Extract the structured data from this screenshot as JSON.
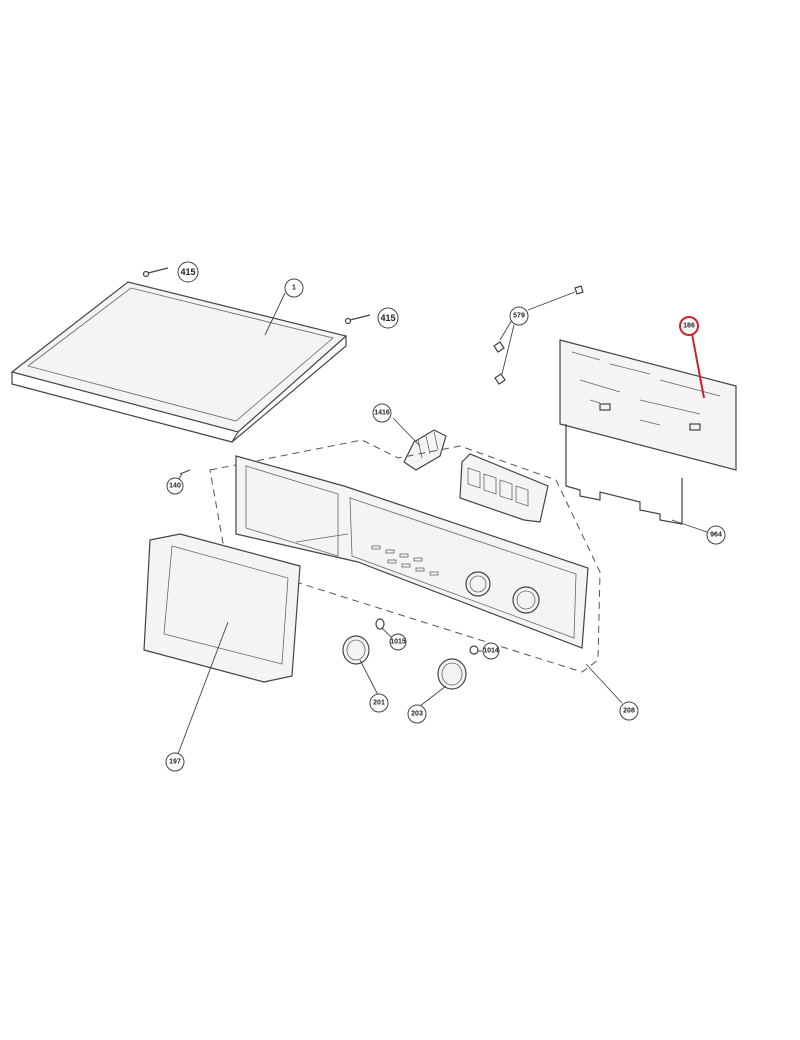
{
  "diagram": {
    "highlight_color": "#d0202a",
    "callouts": {
      "screw_415_left": "415",
      "top_lid": "1",
      "screw_415_right": "415",
      "clips_579": "579",
      "control_board_186": "186",
      "part_1416": "1416",
      "screw_140": "140",
      "board_bracket_964": "964",
      "part_1015": "1015",
      "part_1014": "1014",
      "knob_201": "201",
      "knob_203": "203",
      "control_panel_208": "208",
      "dispenser_drawer_197": "197"
    }
  }
}
